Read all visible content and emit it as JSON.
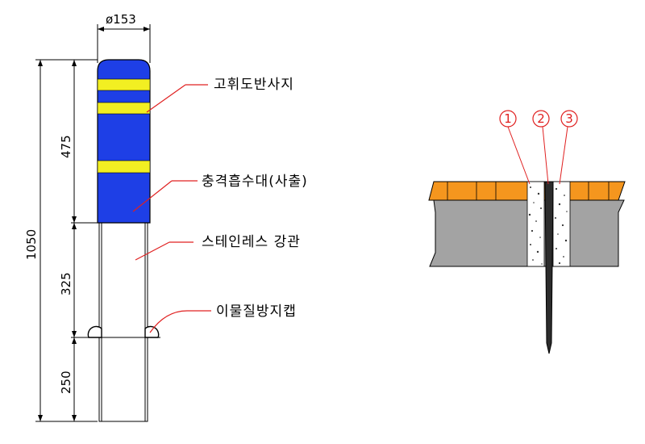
{
  "dimensions": {
    "diameter": "ø153",
    "total_height": "1050",
    "upper": "475",
    "middle": "325",
    "lower": "250"
  },
  "labels": {
    "reflective_sheet": "고휘도반사지",
    "impact_absorber": "충격흡수대(사출)",
    "steel_pipe": "스테인레스 강관",
    "cap": "이물질방지캡"
  },
  "callouts": [
    "1",
    "2",
    "3"
  ],
  "colors": {
    "body_blue": "#1e3fe6",
    "stripe_yellow": "#f2ef22",
    "curb_orange": "#f5961e",
    "ground_gray": "#a3a3a3",
    "callout_red": "#e02020",
    "leader_red": "#e02020"
  }
}
